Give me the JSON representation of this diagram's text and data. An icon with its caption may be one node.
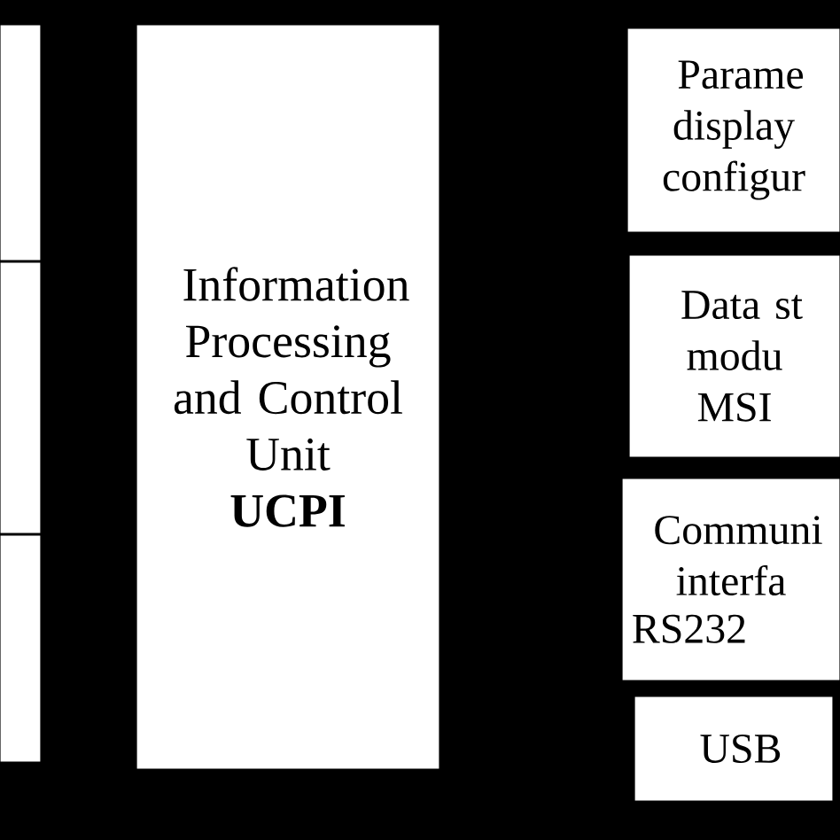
{
  "diagram": {
    "nodes": [
      {
        "text": [],
        "shape": "box"
      },
      {
        "text": [],
        "shape": "box"
      },
      {
        "text": [],
        "shape": "box"
      },
      {
        "text": [
          "Information Processing and Control Unit",
          "UCPI"
        ]
      },
      {
        "text": [
          "Parame display configur"
        ]
      },
      {
        "text": [
          "Data st modu MSI"
        ]
      },
      {
        "text": [
          "Communi interfa",
          "RS232"
        ]
      },
      {
        "text": [
          "USB"
        ]
      }
    ]
  }
}
